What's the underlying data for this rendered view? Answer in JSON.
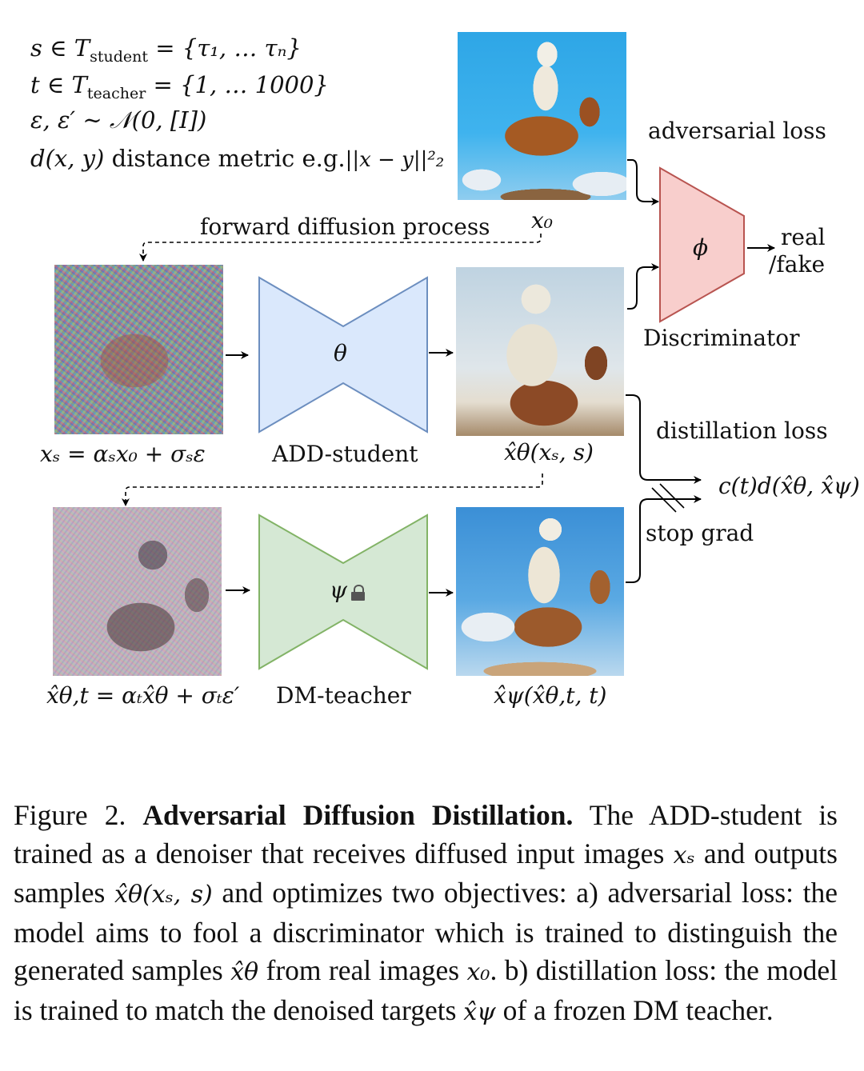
{
  "legend": {
    "line1": {
      "lhs": "s ∈ T",
      "sub": "student",
      "rhs": " = {τ₁, … τₙ}"
    },
    "line2": {
      "lhs": "t ∈ T",
      "sub": "teacher",
      "rhs": " = {1, … 1000}"
    },
    "line3": {
      "text": "ε, ε′ ∼ 𝒩(0, [I])"
    },
    "line4": {
      "math": "d(x, y)",
      "text": " distance metric e.g.",
      "norm": "||x − y||²₂"
    }
  },
  "labels": {
    "x0": "x₀",
    "forward_diffusion": "forward diffusion process",
    "adversarial_loss": "adversarial loss",
    "discriminator": "Discriminator",
    "discriminator_param": "ϕ",
    "real_fake_1": "real",
    "real_fake_2": "/fake",
    "student_param": "θ",
    "teacher_param": "ψ",
    "lock_icon": "🔒",
    "student_name": "ADD-student",
    "teacher_name": "DM-teacher",
    "xs_formula": "xₛ = αₛx₀ + σₛε",
    "student_output": "x̂θ(xₛ, s)",
    "xt_formula": "x̂θ,t = αₜx̂θ + σₜε′",
    "teacher_output": "x̂ψ(x̂θ,t, t)",
    "distillation_loss": "distillation loss",
    "distill_formula": "c(t)d(x̂θ, x̂ψ)",
    "stop_grad": "stop grad"
  },
  "colors": {
    "student_fill": "#dae8fc",
    "student_stroke": "#6c8ebf",
    "teacher_fill": "#d5e8d4",
    "teacher_stroke": "#82b366",
    "disc_fill": "#f8cecc",
    "disc_stroke": "#b85450"
  },
  "images": {
    "real_image": "astronaut riding horse (real sample x0)",
    "noisy_student_input": "noisy diffused input xs",
    "student_output_image": "student generated sample",
    "noisy_teacher_input": "noisy re-diffused student output",
    "teacher_output_image": "teacher denoised target"
  },
  "caption": {
    "figure_num": "Figure 2.",
    "title": "Adversarial Diffusion Distillation.",
    "p1": " The ADD-student is trained as a denoiser that receives diffused input images ",
    "m1": "xₛ",
    "p2": " and outputs samples ",
    "m2": "x̂θ(xₛ, s)",
    "p3": " and optimizes two objectives: a) adversarial loss: the model aims to fool a discriminator which is trained to distinguish the generated samples ",
    "m3": "x̂θ",
    "p4": " from real images ",
    "m4": "x₀",
    "p5": ". b) distillation loss: the model is trained to match the denoised targets ",
    "m5": "x̂ψ",
    "p6": " of a frozen DM teacher."
  }
}
